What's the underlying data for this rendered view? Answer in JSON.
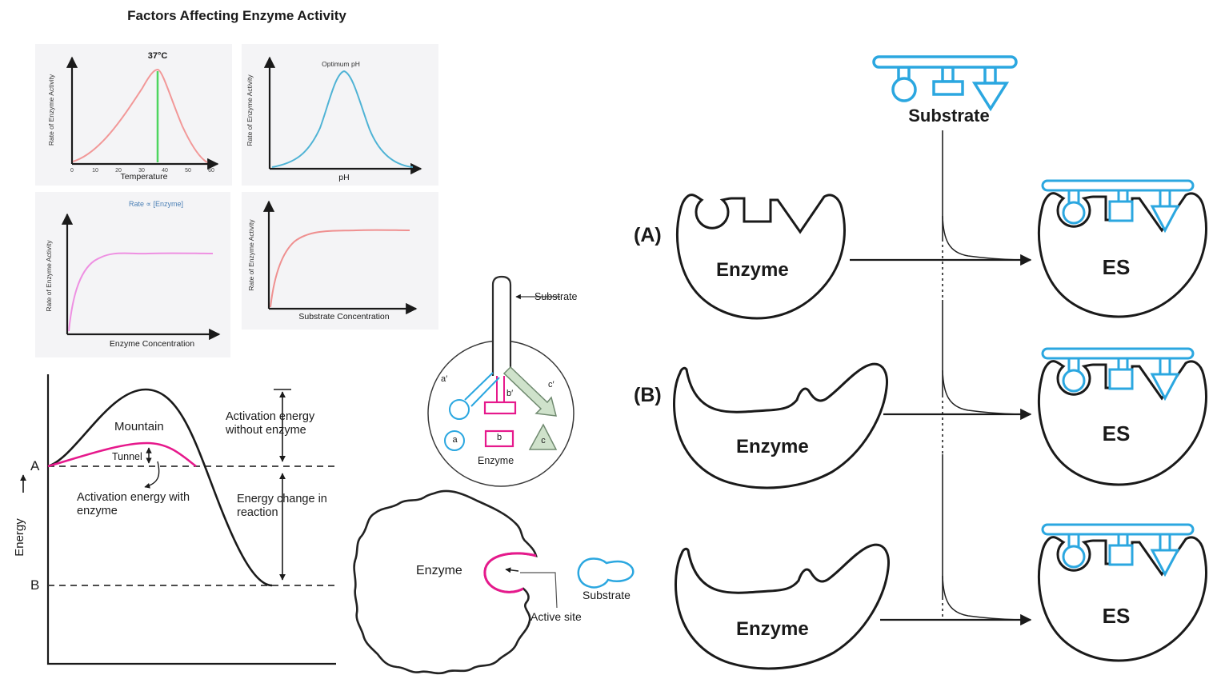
{
  "page_title": "Factors Affecting Enzyme Activity",
  "colors": {
    "temperature_curve": "#f29898",
    "optimum_temp_line": "#4ed65f",
    "ph_curve": "#4fb3d5",
    "enzyme_conc_curve": "#ee90e2",
    "substrate_conc_curve": "#ef9090",
    "magenta_accent": "#e6198c",
    "substrate_blue": "#2ba7e0",
    "green_site_fill": "#cfe2cb",
    "green_site_stroke": "#708a70",
    "rate_formula_text": "#4a7fb5",
    "panel_background": "#f4f4f6",
    "ink": "#1a1a1a"
  },
  "charts": {
    "temperature": {
      "ylabel": "Rate of Enzyme Activity",
      "xlabel": "Temperature",
      "xticks": [
        "0",
        "10",
        "20",
        "30",
        "40",
        "50",
        "60"
      ],
      "peak_label": "37°C"
    },
    "ph": {
      "ylabel": "Rate of Enzyme Activity",
      "xlabel": "pH",
      "annotation": "Optimum pH"
    },
    "enzyme_concentration": {
      "title": "Rate ∝ [Enzyme]",
      "ylabel": "Rate of Enzyme Activity",
      "xlabel": "Enzyme Concentration"
    },
    "substrate_concentration": {
      "ylabel": "Rate of Enzyme Activity",
      "xlabel": "Substrate Concentration"
    }
  },
  "chart_data": [
    {
      "type": "line",
      "xlabel": "Temperature",
      "ylabel": "Rate of Enzyme Activity",
      "xticks": [
        0,
        10,
        20,
        30,
        40,
        50,
        60
      ],
      "annotations": [
        "37°C optimum marked with green vertical line"
      ],
      "series": [
        {
          "name": "rate vs temperature",
          "x": [
            0,
            10,
            20,
            30,
            37,
            45,
            55,
            60
          ],
          "y_relative": [
            0,
            0.08,
            0.35,
            0.78,
            1.0,
            0.72,
            0.3,
            0
          ]
        }
      ]
    },
    {
      "type": "line",
      "xlabel": "pH",
      "ylabel": "Rate of Enzyme Activity",
      "annotations": [
        "Optimum pH"
      ],
      "series": [
        {
          "name": "rate vs pH",
          "shape": "symmetric bell curve peaking at optimum pH"
        }
      ]
    },
    {
      "type": "line",
      "title": "Rate ∝ [Enzyme]",
      "xlabel": "Enzyme Concentration",
      "ylabel": "Rate of Enzyme Activity",
      "series": [
        {
          "name": "rate vs enzyme concentration",
          "shape": "steep hyperbolic rise to plateau"
        }
      ]
    },
    {
      "type": "line",
      "xlabel": "Substrate Concentration",
      "ylabel": "Rate of Enzyme Activity",
      "series": [
        {
          "name": "rate vs substrate concentration",
          "shape": "hyperbolic rise to saturation plateau"
        }
      ]
    }
  ],
  "energy_diagram": {
    "ylabel": "Energy",
    "reactant_label": "A",
    "product_label": "B",
    "mountain": "Mountain",
    "tunnel": "Tunnel",
    "activation_without": "Activation energy without enzyme",
    "activation_with": "Activation energy with enzyme",
    "energy_change": "Energy change in reaction"
  },
  "lock_key_model": {
    "substrate_label": "Substrate",
    "enzyme_label": "Enzyme",
    "site_a_prime": "a′",
    "site_b_prime": "b′",
    "site_c_prime": "c′",
    "site_a": "a",
    "site_b": "b",
    "site_c": "c"
  },
  "induced_fit_model": {
    "enzyme_label": "Enzyme",
    "active_site_label": "Active site",
    "substrate_label": "Substrate"
  },
  "binding_panel": {
    "substrate_label": "Substrate",
    "row_a_label": "(A)",
    "row_b_label": "(B)",
    "enzyme_label": "Enzyme",
    "es_label": "ES"
  }
}
